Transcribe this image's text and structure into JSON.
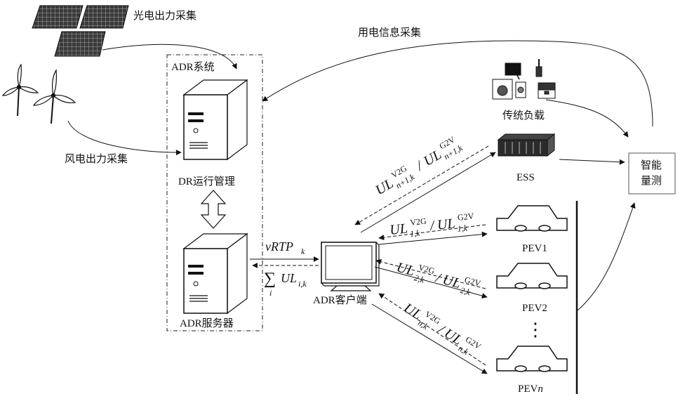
{
  "labels": {
    "pv_collect": "光电出力采集",
    "wind_collect": "风电出力采集",
    "usage_collect": "用电信息采集",
    "adr_system": "ADR系统",
    "dr_manage": "DR运行管理",
    "adr_server": "ADR服务器",
    "adr_client": "ADR客户端",
    "traditional_load": "传统负载",
    "ess": "ESS",
    "smart_meter_line1": "智能",
    "smart_meter_line2": "量测",
    "pev1": "PEV1",
    "pev2": "PEV2",
    "pevn_prefix": "PEV",
    "pevn_suffix": "n",
    "dots": "⋮"
  },
  "math": {
    "price_var": "vRTP",
    "price_sub": "k",
    "sum_sign": "∑",
    "sum_index": "i",
    "ul": "UL",
    "slash": "/",
    "sum_sub": "i,k",
    "v2g": "V2G",
    "g2v": "G2V",
    "ess_sub": "n+1,k",
    "pev1_sub": "1,k",
    "pev2_sub": "2,k",
    "pevn_sub": "n,k"
  }
}
